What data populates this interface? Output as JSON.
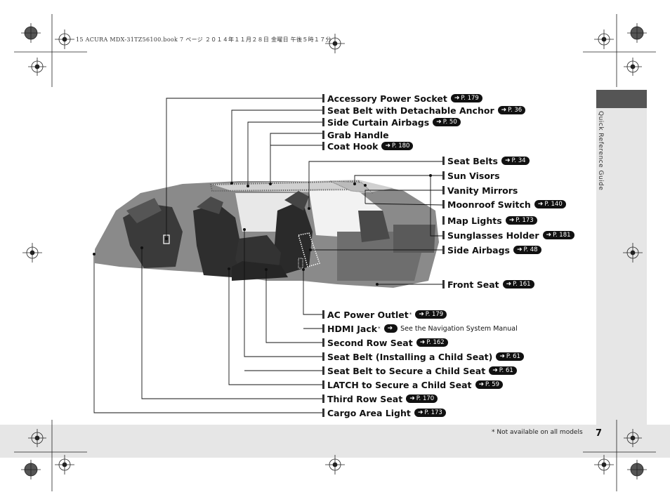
{
  "print_header": "15 ACURA MDX-31TZ56100.book 7 ページ ２０１４年１１月２８日 金曜日 午後５時１７分",
  "side_tab_text": "Quick Reference Guide",
  "page_number": "7",
  "footnote": "* Not available on all models",
  "ref_arrow": "➜",
  "callouts": {
    "accessory_power_socket": {
      "label": "Accessory Power Socket",
      "ref": "P. 179"
    },
    "seat_belt_detachable_anchor": {
      "label": "Seat Belt with Detachable Anchor",
      "ref": "P. 36"
    },
    "side_curtain_airbags": {
      "label": "Side Curtain Airbags",
      "ref": "P. 50"
    },
    "grab_handle": {
      "label": "Grab Handle"
    },
    "coat_hook": {
      "label": "Coat Hook",
      "ref": "P. 180"
    },
    "seat_belts": {
      "label": "Seat Belts",
      "ref": "P. 34"
    },
    "sun_visors": {
      "label": "Sun Visors"
    },
    "vanity_mirrors": {
      "label": "Vanity Mirrors"
    },
    "moonroof_switch": {
      "label": "Moonroof Switch",
      "ref": "P. 140"
    },
    "map_lights": {
      "label": "Map Lights",
      "ref": "P. 173"
    },
    "sunglasses_holder": {
      "label": "Sunglasses Holder",
      "ref": "P. 181"
    },
    "side_airbags": {
      "label": "Side Airbags",
      "ref": "P. 48"
    },
    "front_seat": {
      "label": "Front Seat",
      "ref": "P. 161"
    },
    "ac_power_outlet": {
      "label": "AC Power Outlet",
      "mark": "*",
      "ref": "P. 179"
    },
    "hdmi_jack": {
      "label": "HDMI Jack",
      "mark": "*",
      "note": "See the Navigation System Manual"
    },
    "second_row_seat": {
      "label": "Second Row Seat",
      "ref": "P. 162"
    },
    "seat_belt_child_seat": {
      "label": "Seat Belt (Installing a Child Seat)",
      "ref": "P. 61"
    },
    "seat_belt_secure_child": {
      "label": "Seat Belt to Secure a Child Seat",
      "ref": "P. 61"
    },
    "latch": {
      "label": "LATCH to Secure a Child Seat",
      "ref": "P. 59"
    },
    "third_row_seat": {
      "label": "Third Row Seat",
      "ref": "P. 170"
    },
    "cargo_area_light": {
      "label": "Cargo Area Light",
      "ref": "P. 173"
    }
  }
}
